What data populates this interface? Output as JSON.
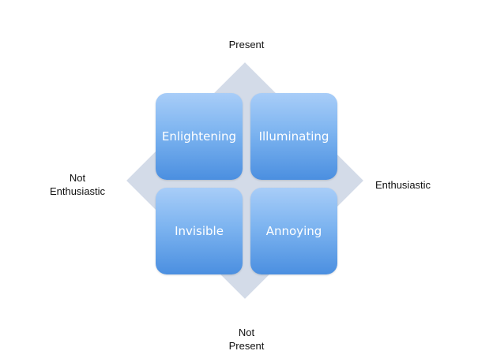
{
  "axes": {
    "top": "Present",
    "bottom": "Not\nPresent",
    "left": "Not\nEnthusiastic",
    "right": "Enthusiastic"
  },
  "quadrants": {
    "top_left": "Enlightening",
    "top_right": "Illuminating",
    "bottom_left": "Invisible",
    "bottom_right": "Annoying"
  },
  "colors": {
    "diamond": "#d3dbe8",
    "box_top": "#a8cdf8",
    "box_bottom": "#4b8fe0"
  }
}
